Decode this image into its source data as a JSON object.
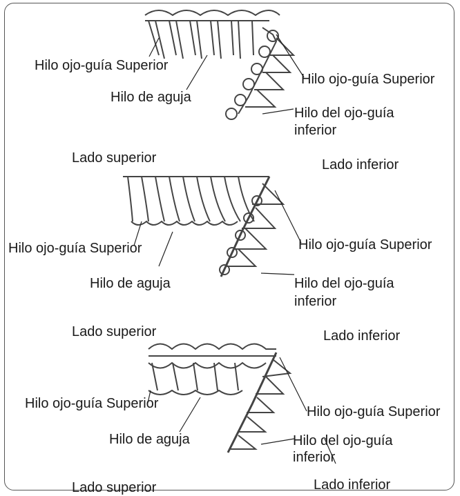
{
  "panels": [
    {
      "upper_looper_left": "Hilo ojo-guía Superior",
      "needle_thread": "Hilo de aguja",
      "upper_looper_right": "Hilo ojo-guía Superior",
      "lower_looper_line1": "Hilo del ojo-guía",
      "lower_looper_line2": "inferior",
      "top_side": "Lado superior",
      "bottom_side": "Lado inferior"
    },
    {
      "upper_looper_left": "Hilo ojo-guía Superior",
      "needle_thread": "Hilo de aguja",
      "upper_looper_right": "Hilo ojo-guía Superior",
      "lower_looper_line1": "Hilo del ojo-guía",
      "lower_looper_line2": "inferior",
      "top_side": "Lado superior",
      "bottom_side": "Lado inferior"
    },
    {
      "upper_looper_left": "Hilo ojo-guía Superior",
      "needle_thread": "Hilo de aguja",
      "upper_looper_right": "Hilo ojo-guía Superior",
      "lower_looper_line1": "Hilo del ojo-guía",
      "lower_looper_line2": "inferior",
      "top_side": "Lado superior",
      "bottom_side": "Lado inferior"
    }
  ],
  "colors": {
    "thread": "#444444",
    "thread_fill": "#bdbdbd",
    "line": "#222222"
  }
}
